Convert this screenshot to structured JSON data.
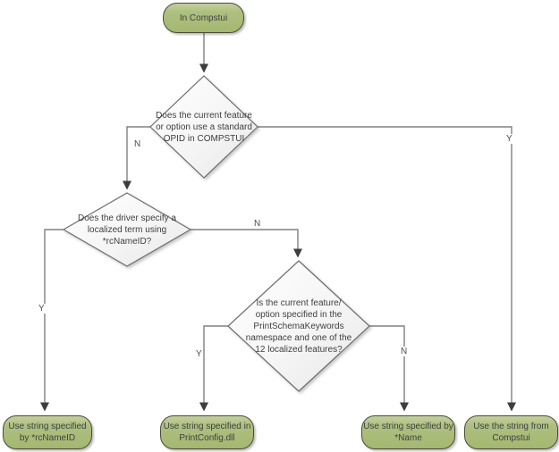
{
  "diagram": {
    "nodes": {
      "start": {
        "label": "In Compstui",
        "shape": "terminator"
      },
      "d1": {
        "label": "Does the current feature or option use a standard OPID in COMPSTUI",
        "shape": "decision"
      },
      "d2": {
        "label": "Does the driver specify a localized term using *rcNameID?",
        "shape": "decision"
      },
      "d3": {
        "label": "Is the current feature/ option specified in the PrintSchemaKeywords namespace and one of the 12 localized features?",
        "shape": "decision"
      },
      "end_rcnameid": {
        "label": "Use string specified by *rcNameID",
        "shape": "terminator"
      },
      "end_printconfig": {
        "label": "Use string specified in PrintConfig.dll",
        "shape": "terminator"
      },
      "end_name": {
        "label": "Use string specified by *Name",
        "shape": "terminator"
      },
      "end_compstui": {
        "label": "Use the string from Compstui",
        "shape": "terminator"
      }
    },
    "edge_labels": {
      "d1_no": "N",
      "d1_yes": "Y",
      "d2_yes": "Y",
      "d2_no": "N",
      "d3_yes": "Y",
      "d3_no": "N"
    },
    "colors": {
      "node_fill": "#a9bc78",
      "node_fill_light": "#c3cf9e",
      "node_border": "#4b4b3b",
      "decision_fill": "#ffffff",
      "decision_fill_dark": "#e7e7e7",
      "decision_border": "#6e6e6e",
      "connector": "#808080",
      "arrowhead": "#3d3d3d",
      "text": "#3f3f3f"
    }
  }
}
